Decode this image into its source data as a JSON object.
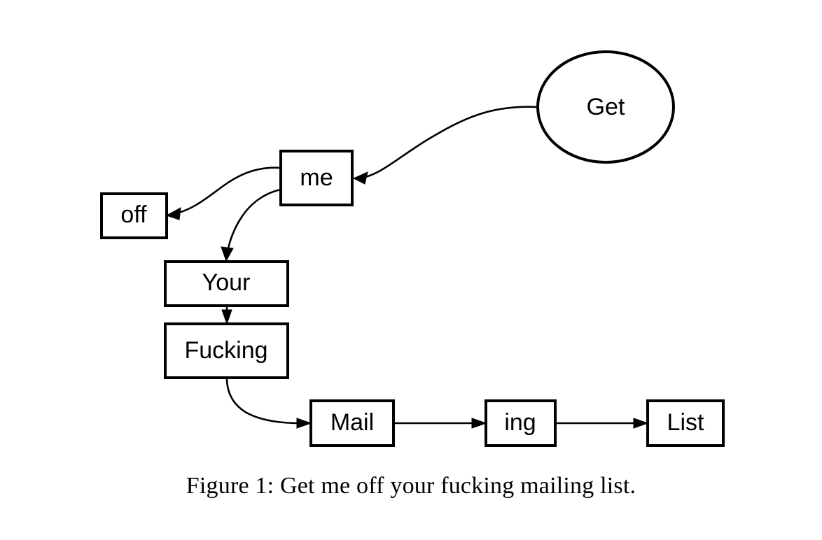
{
  "figure": {
    "caption": "Figure 1: Get me off your fucking mailing list.",
    "background_color": "#ffffff",
    "stroke_color": "#000000",
    "nodes": [
      {
        "id": "get",
        "label": "Get",
        "shape": "ellipse"
      },
      {
        "id": "me",
        "label": "me",
        "shape": "rect"
      },
      {
        "id": "off",
        "label": "off",
        "shape": "rect"
      },
      {
        "id": "your",
        "label": "Your",
        "shape": "rect"
      },
      {
        "id": "fucking",
        "label": "Fucking",
        "shape": "rect"
      },
      {
        "id": "mail",
        "label": "Mail",
        "shape": "rect"
      },
      {
        "id": "ing",
        "label": "ing",
        "shape": "rect"
      },
      {
        "id": "list",
        "label": "List",
        "shape": "rect"
      }
    ],
    "edges": [
      {
        "from": "get",
        "to": "me",
        "style": "curved"
      },
      {
        "from": "me",
        "to": "off",
        "style": "curved"
      },
      {
        "from": "me",
        "to": "your",
        "style": "curved"
      },
      {
        "from": "your",
        "to": "fucking",
        "style": "straight"
      },
      {
        "from": "fucking",
        "to": "mail",
        "style": "curved"
      },
      {
        "from": "mail",
        "to": "ing",
        "style": "straight"
      },
      {
        "from": "ing",
        "to": "list",
        "style": "straight"
      }
    ]
  }
}
